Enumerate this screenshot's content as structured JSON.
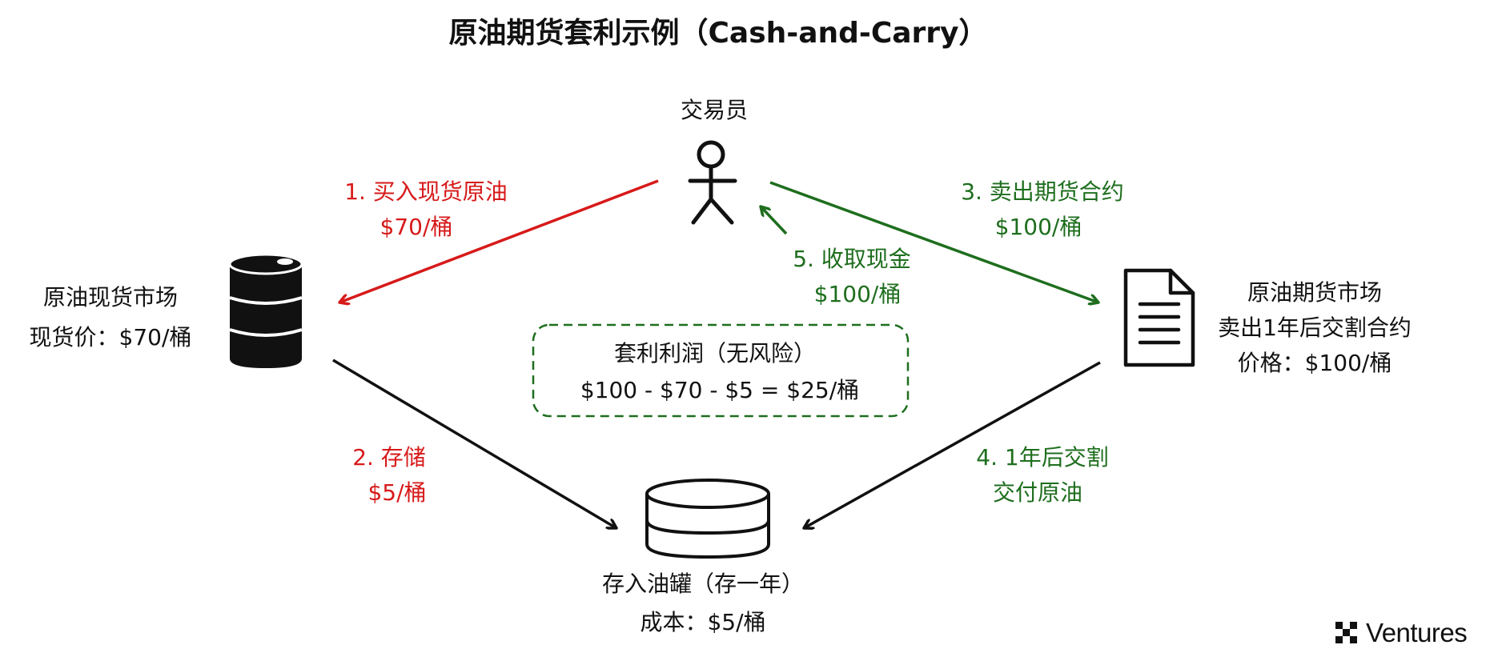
{
  "title": "原油期货套利示例（Cash-and-Carry）",
  "trader": {
    "label": "交易员",
    "icon": "person-icon"
  },
  "spot_market": {
    "title": "原油现货市场",
    "price": "现货价：$70/桶",
    "icon": "oil-barrel-icon"
  },
  "futures_market": {
    "title": "原油期货市场",
    "desc": "卖出1年后交割合约",
    "price": "价格：$100/桶",
    "icon": "document-icon"
  },
  "storage": {
    "title": "存入油罐（存一年）",
    "cost": "成本：$5/桶",
    "icon": "storage-tank-icon"
  },
  "steps": {
    "buy_spot": {
      "label": "1. 买入现货原油",
      "value": "$70/桶",
      "color": "#d71a1a"
    },
    "store": {
      "label": "2. 存储",
      "value": "$5/桶",
      "color": "#d71a1a"
    },
    "sell_futures": {
      "label": "3. 卖出期货合约",
      "value": "$100/桶",
      "color": "#1e6e1e"
    },
    "deliver": {
      "label": "4. 1年后交割",
      "value": "交付原油",
      "color": "#1e6e1e"
    },
    "collect_cash": {
      "label": "5. 收取现金",
      "value": "$100/桶",
      "color": "#1e6e1e"
    }
  },
  "profit_box": {
    "title": "套利利润（无风险）",
    "formula": "$100 - $70 - $5 = $25/桶"
  },
  "brand": {
    "name": "Ventures",
    "icon": "x-logo-icon"
  }
}
